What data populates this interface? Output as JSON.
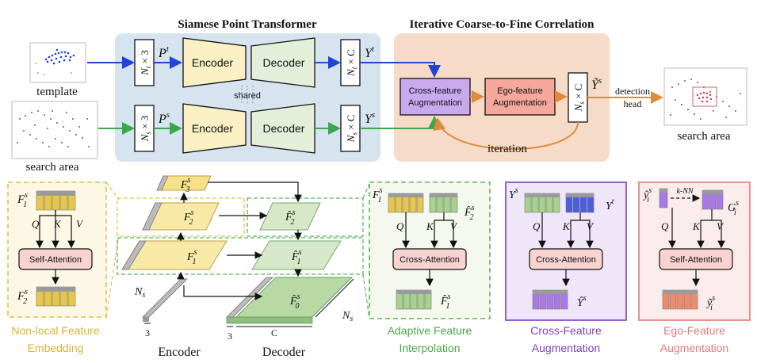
{
  "colors": {
    "blue_arrow": "#2143d8",
    "green_arrow": "#3aa84a",
    "orange_arrow": "#e08a3c",
    "encoder_fill": "#fbf0c4",
    "decoder_fill": "#e3efd9",
    "siamese_bg": "#d6e4f0",
    "iterative_bg": "#f6dcc8",
    "yellow_panel": "#e3c24a",
    "green_panel": "#5bb85b",
    "purple_panel": "#7f3fbf",
    "pink_panel": "#e07a7a"
  },
  "top": {
    "siamese_title": "Siamese Point Transformer",
    "iter_title": "Iterative Coarse-to-Fine Correlation",
    "template_label": "template",
    "search_label_left": "search area",
    "search_label_right": "search area",
    "dim_template_in": "N",
    "dim_template_in_sub": "t",
    "dim_template_in_tail": " × 3",
    "dim_search_in": "N",
    "dim_search_in_sub": "s",
    "dim_search_in_tail": " × 3",
    "pt": "P",
    "pt_sup": "t",
    "ps": "P",
    "ps_sup": "s",
    "encoder": "Encoder",
    "decoder": "Decoder",
    "shared": "shared",
    "dim_template_out": "N",
    "dim_template_out_sub": "t",
    "dim_template_out_tail": " × C",
    "dim_search_out": "N",
    "dim_search_out_sub": "s",
    "dim_search_out_tail": " × C",
    "yt": "Y",
    "yt_sup": "t",
    "ys": "Y",
    "ys_sup": "s",
    "cross_aug_1": "Cross-feature",
    "cross_aug_2": "Augmentation",
    "ego_aug_1": "Ego-feature",
    "ego_aug_2": "Augmentation",
    "dim_final": "N",
    "dim_final_sub": "s",
    "dim_final_tail": " × C",
    "ytilde": "Ỹ",
    "ytilde_sup": "s",
    "detection_1": "detection",
    "detection_2": "head",
    "iteration": "iteration"
  },
  "nonlocal": {
    "f1": "F",
    "f1_sup": "s",
    "f1_sub": "1",
    "q": "Q",
    "k": "K",
    "v": "V",
    "attn": "Self-Attention",
    "f2": "F",
    "f2_sup": "s",
    "f2_sub": "2",
    "caption_1": "Non-local Feature",
    "caption_2": "Embedding"
  },
  "encdec": {
    "f3": "F",
    "f3_sup": "s",
    "f3_sub": "3",
    "f2": "F",
    "f2_sup": "s",
    "f2_sub": "2",
    "f1": "F",
    "f1_sup": "s",
    "f1_sub": "1",
    "fh2": "F̂",
    "fh2_sup": "s",
    "fh2_sub": "2",
    "fh1": "F̂",
    "fh1_sup": "s",
    "fh1_sub": "1",
    "fh0": "F̂",
    "fh0_sup": "s",
    "fh0_sub": "0",
    "ns_left": "N",
    "ns_left_sub": "s",
    "ns_right": "N",
    "ns_right_sub": "s",
    "three_enc": "3",
    "three_dec": "3",
    "c_dec": "C",
    "encoder_label": "Encoder",
    "decoder_label": "Decoder"
  },
  "adaptive": {
    "f1": "F",
    "f1_sup": "s",
    "f1_sub": "1",
    "fh2": "F̂",
    "fh2_sup": "s",
    "fh2_sub": "2",
    "q": "Q",
    "k": "K",
    "v": "V",
    "attn": "Cross-Attention",
    "out": "F̂",
    "out_sup": "s",
    "out_sub": "1",
    "caption_1": "Adaptive Feature",
    "caption_2": "Interpolation"
  },
  "crossfeat": {
    "ys": "Y",
    "ys_sup": "s",
    "yt": "Y",
    "yt_sup": "t",
    "q": "Q",
    "k": "K",
    "v": "V",
    "attn": "Cross-Attention",
    "out": "Ŷ",
    "out_sup": "s",
    "caption_1": "Cross-Feature",
    "caption_2": "Augmentation"
  },
  "egofeat": {
    "yi": "ŷ",
    "yi_sup": "s",
    "yi_sub": "i",
    "knn": "k-NN",
    "gi": "G",
    "gi_sup": "s",
    "gi_sub": "i",
    "q": "Q",
    "k": "K",
    "v": "V",
    "attn": "Self-Attention",
    "out": "ỹ",
    "out_sup": "s",
    "out_sub": "i",
    "caption_1": "Ego-Feature",
    "caption_2": "Augmentation"
  }
}
